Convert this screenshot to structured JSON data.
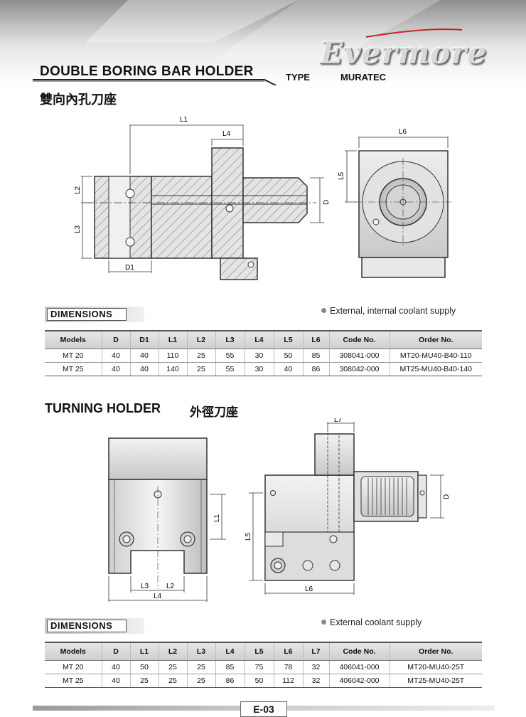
{
  "brand": {
    "logo_text": "Evermore"
  },
  "header": {
    "title": "DOUBLE BORING BAR HOLDER",
    "type_label": "TYPE",
    "type_value": "MURATEC",
    "cn_title": "雙向內孔刀座"
  },
  "boring": {
    "labels": {
      "L1": "L1",
      "L2": "L2",
      "L3": "L3",
      "L4": "L4",
      "L5": "L5",
      "L6": "L6",
      "D": "D",
      "D1": "D1"
    },
    "dimensions_label": "DIMENSIONS",
    "note": "External, internal coolant supply",
    "table": {
      "headers": [
        "Models",
        "D",
        "D1",
        "L1",
        "L2",
        "L3",
        "L4",
        "L5",
        "L6",
        "Code No.",
        "Order No."
      ],
      "rows": [
        [
          "MT 20",
          "40",
          "40",
          "110",
          "25",
          "55",
          "30",
          "50",
          "85",
          "308041-000",
          "MT20-MU40-B40-110"
        ],
        [
          "MT 25",
          "40",
          "40",
          "140",
          "25",
          "55",
          "30",
          "40",
          "86",
          "308042-000",
          "MT25-MU40-B40-140"
        ]
      ]
    }
  },
  "turning": {
    "title": "TURNING HOLDER",
    "cn_title": "外徑刀座",
    "labels": {
      "L1": "L1",
      "L2": "L2",
      "L3": "L3",
      "L4": "L4",
      "L5": "L5",
      "L6": "L6",
      "L7": "L7",
      "D": "D"
    },
    "dimensions_label": "DIMENSIONS",
    "note": "External coolant supply",
    "table": {
      "headers": [
        "Models",
        "D",
        "L1",
        "L2",
        "L3",
        "L4",
        "L5",
        "L6",
        "L7",
        "Code No.",
        "Order No."
      ],
      "rows": [
        [
          "MT 20",
          "40",
          "50",
          "25",
          "25",
          "85",
          "75",
          "78",
          "32",
          "406041-000",
          "MT20-MU40-25T"
        ],
        [
          "MT 25",
          "40",
          "25",
          "25",
          "25",
          "86",
          "50",
          "112",
          "32",
          "406042-000",
          "MT25-MU40-25T"
        ]
      ]
    }
  },
  "footer": {
    "page": "E-03"
  }
}
